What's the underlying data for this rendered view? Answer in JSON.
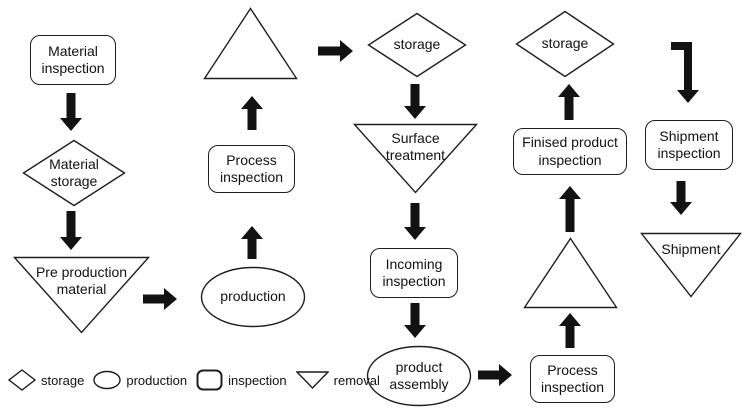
{
  "diagram": {
    "background_color": "#ffffff",
    "shape_fill_color": "#ffffff",
    "stroke_color": "#1f1f1f",
    "arrow_color": "#121212",
    "nodes": {
      "material_inspection": {
        "label": "Material inspection",
        "type": "inspection"
      },
      "material_storage": {
        "label": "Material storage",
        "type": "storage"
      },
      "pre_production_material": {
        "label": "Pre production material",
        "type": "removal"
      },
      "production": {
        "label": "production",
        "type": "production"
      },
      "process_inspection_1": {
        "label": "Process inspection",
        "type": "inspection"
      },
      "storage_mid": {
        "label": "storage",
        "type": "storage"
      },
      "surface_treatment": {
        "label": "Surface treatment",
        "type": "removal"
      },
      "incoming_inspection": {
        "label": "Incoming inspection",
        "type": "inspection"
      },
      "product_assembly": {
        "label": "product assembly",
        "type": "production"
      },
      "process_inspection_2": {
        "label": "Process inspection",
        "type": "inspection"
      },
      "finised_product_inspection": {
        "label": "Finised product inspection",
        "type": "inspection"
      },
      "storage_right": {
        "label": "storage",
        "type": "storage"
      },
      "shipment_inspection": {
        "label": "Shipment inspection",
        "type": "inspection"
      },
      "shipment": {
        "label": "Shipment",
        "type": "removal"
      }
    },
    "legend": {
      "items": [
        {
          "shape": "diamond",
          "label": "storage"
        },
        {
          "shape": "ellipse",
          "label": "production"
        },
        {
          "shape": "rounded-rect",
          "label": "inspection"
        },
        {
          "shape": "triangle-down",
          "label": "removal"
        }
      ]
    }
  }
}
